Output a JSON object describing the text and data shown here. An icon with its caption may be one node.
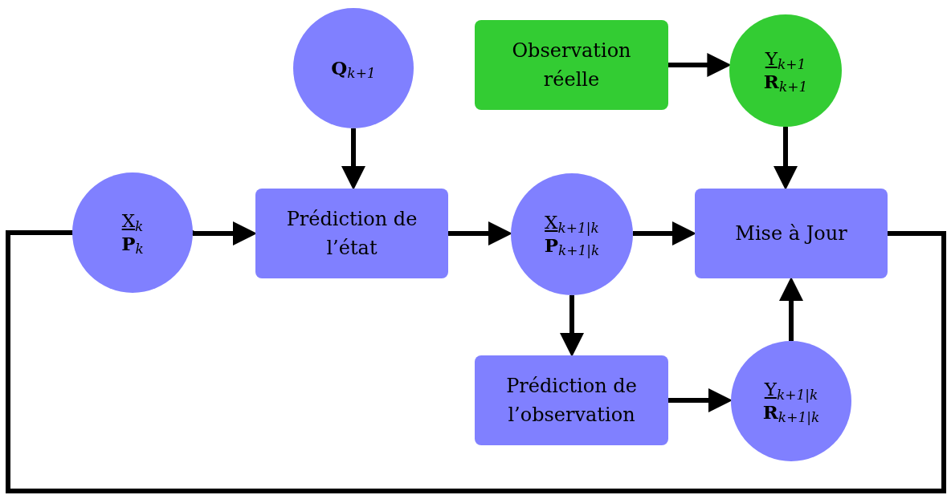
{
  "diagram": {
    "nodes": [
      {
        "text": [
          "**Q**$_{k+1}$"
        ]
      },
      {
        "text": [
          "Observation réelle"
        ]
      },
      {
        "text": [
          "Y$_{k+1}$",
          "**R**$_{k+1}$"
        ]
      },
      {
        "text": [
          "X$_{k}$",
          "**P**$_{k}$"
        ]
      },
      {
        "text": [
          "Prédiction de l’état"
        ]
      },
      {
        "text": [
          "X$_{k+1|k}$",
          "**P**$_{k+1|k}$"
        ]
      },
      {
        "text": [
          "Mise à Jour"
        ]
      },
      {
        "text": [
          "Prédiction de l’observation"
        ]
      },
      {
        "text": [
          "Y$_{k+1|k}$",
          "**R**$_{k+1|k}$"
        ]
      }
    ],
    "edges": [
      {
        "from": 1,
        "to": 2,
        "arrow": "to"
      },
      {
        "from": 0,
        "to": 4,
        "arrow": "to"
      },
      {
        "from": 2,
        "to": 6,
        "arrow": "to"
      },
      {
        "from": 3,
        "to": 4,
        "arrow": "to"
      },
      {
        "from": 4,
        "to": 5,
        "arrow": "to"
      },
      {
        "from": 5,
        "to": 6,
        "arrow": "to"
      },
      {
        "from": 5,
        "to": 7,
        "arrow": "to"
      },
      {
        "from": 7,
        "to": 8,
        "arrow": "to"
      },
      {
        "from": 8,
        "to": 6,
        "arrow": "to"
      },
      {
        "from": 6,
        "to": 3,
        "arrow": "to"
      }
    ]
  }
}
